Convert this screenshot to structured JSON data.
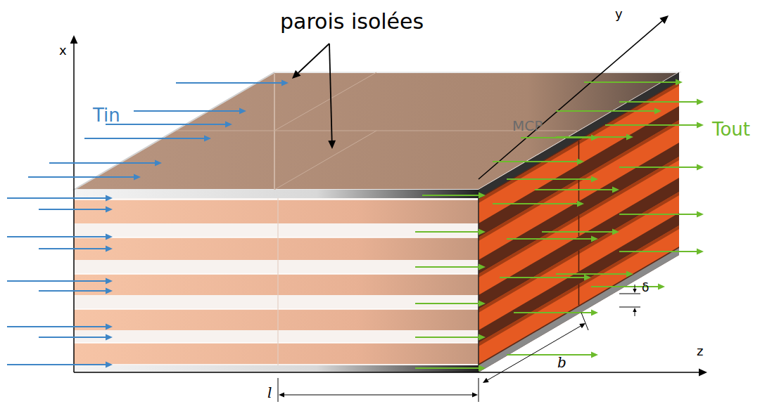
{
  "diagram": {
    "labels": [
      "parois isolées",
      "x",
      "y",
      "Tin",
      "MCP",
      "Tout",
      "δ",
      "z",
      "b",
      "l"
    ]
  }
}
